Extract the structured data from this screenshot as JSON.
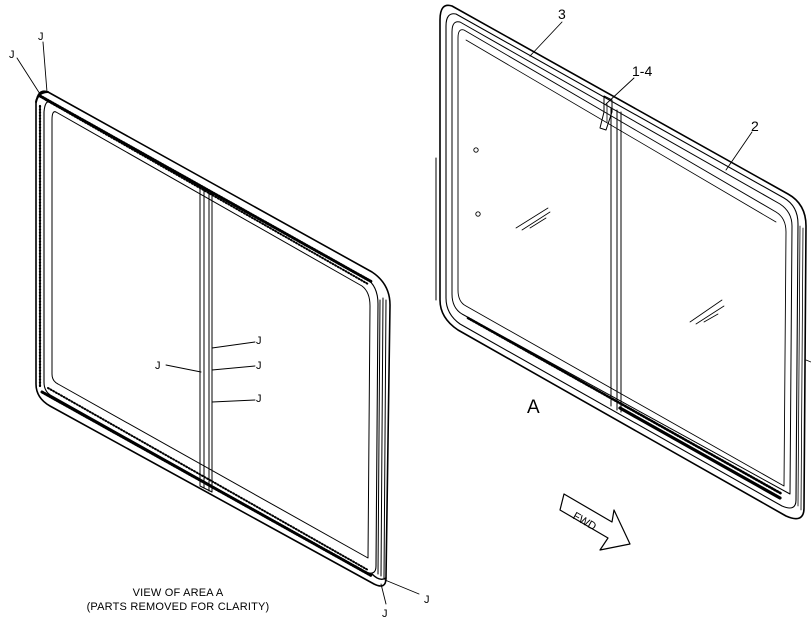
{
  "callouts": {
    "j": "J",
    "item_3": "3",
    "item_1_4": "1-4",
    "item_2": "2",
    "area": "A"
  },
  "fwd_label": "FWD",
  "caption": {
    "line1": "VIEW OF AREA  A",
    "line2": "(PARTS REMOVED FOR CLARITY)"
  }
}
